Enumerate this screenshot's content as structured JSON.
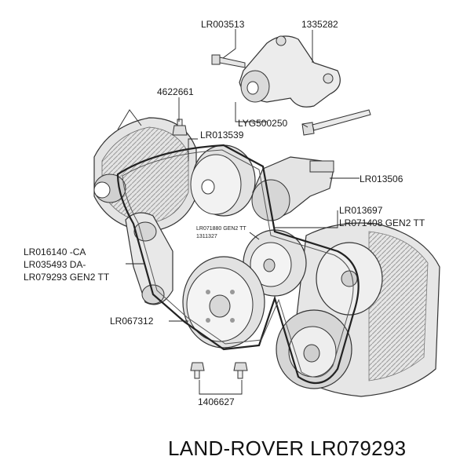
{
  "labels": {
    "lr003513": "LR003513",
    "p1335282": "1335282",
    "p4622661": "4622661",
    "lyg500250": "LYG500250",
    "lr013539": "LR013539",
    "lr013506": "LR013506",
    "lr013697": "LR013697",
    "lr071408": "LR071408 GEN2 TT",
    "lr071880": "LR071880 GEN2 TT",
    "p1311327": "1311327",
    "lr016140": "LR016140 -CA",
    "lr035493": "LR035493 DA-",
    "lr079293": "LR079293 GEN2 TT",
    "lr067312": "LR067312",
    "p1406627": "1406627"
  },
  "footer": {
    "brand": "LAND-ROVER LR079293"
  }
}
